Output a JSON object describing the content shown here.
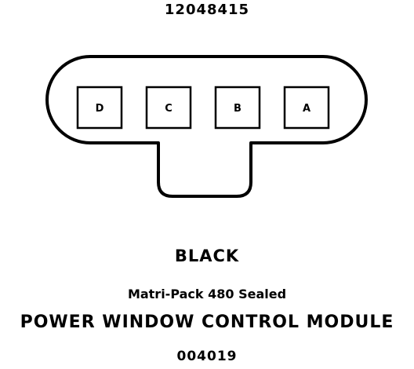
{
  "connector": {
    "part_number": "12048415",
    "pins": [
      {
        "label": "D"
      },
      {
        "label": "C"
      },
      {
        "label": "B"
      },
      {
        "label": "A"
      }
    ],
    "color": "BLACK",
    "connector_type": "Matri-Pack 480 Sealed",
    "component_name": "POWER WINDOW CONTROL MODULE",
    "figure_number": "004019"
  }
}
